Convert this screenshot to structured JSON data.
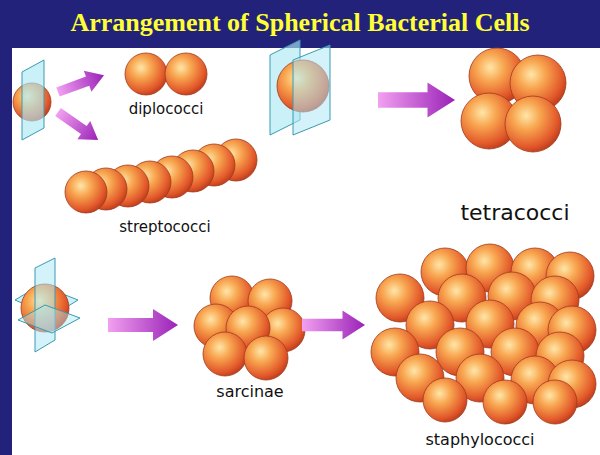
{
  "diagram": {
    "title": "Arrangement of Spherical Bacterial Cells",
    "labels": [
      "diplococci",
      "streptococci",
      "tetracocci",
      "sarcinae",
      "staphylococci"
    ]
  }
}
